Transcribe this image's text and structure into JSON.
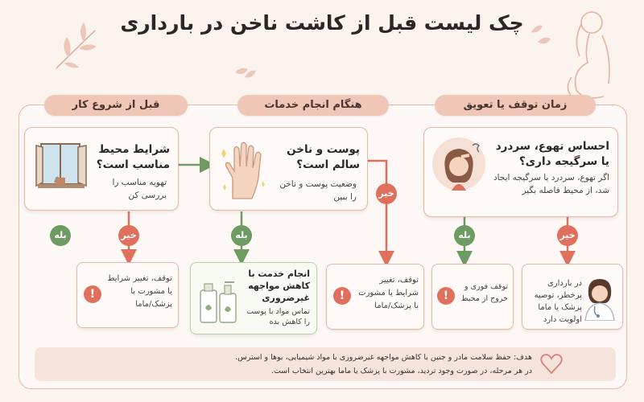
{
  "title": "چک لیست قبل از کاشت ناخن در بارداری",
  "phases": {
    "before": "قبل از شروع کار",
    "during": "هنگام انجام خدمات",
    "stop": "زمان توقف یا تعویق"
  },
  "cards": {
    "environment": {
      "title": "شرایط محیط مناسب است؟",
      "body": "تهویه مناسب را بررسی کن"
    },
    "skin_nail": {
      "title": "پوست و ناخن سالم است؟",
      "body": "وضعیت پوست و ناخن را ببین"
    },
    "symptoms": {
      "title": "احساس تهوع، سردرد یا سرگیجه داری؟",
      "body": "اگر تهوع، سردرد یا سرگیجه ایجاد شد، از محیط فاصله بگیر"
    }
  },
  "labels": {
    "yes": "بله",
    "no": "خیر"
  },
  "results": {
    "stop_env": "توقف، تغییر شرایط یا مشورت با پزشک/ماما",
    "proceed_title": "انجام خدمت با کاهش مواجهه غیرضروری",
    "proceed_body": "تماس مواد با پوست را کاهش بده",
    "stop_skin": "توقف، تغییر شرایط یا مشورت با پزشک/ماما",
    "stop_exit": "توقف فوری و خروج از محیط",
    "high_risk": "در بارداری پرخطر، توصیه پزشک یا ماما اولویت دارد"
  },
  "footer": {
    "line1": "هدف: حفظ سلامت مادر و جنین با کاهش مواجهه غیرضروری با مواد شیمیایی، بوها و استرس.",
    "line2": "در هر مرحله، در صورت وجود تردید، مشورت با پزشک یا ماما بهترین انتخاب است."
  },
  "colors": {
    "yes": "#6e9b62",
    "no": "#e0705e",
    "pill": "#f0c6b6",
    "border": "#e4b9aa",
    "background": "#fbf3ee"
  }
}
